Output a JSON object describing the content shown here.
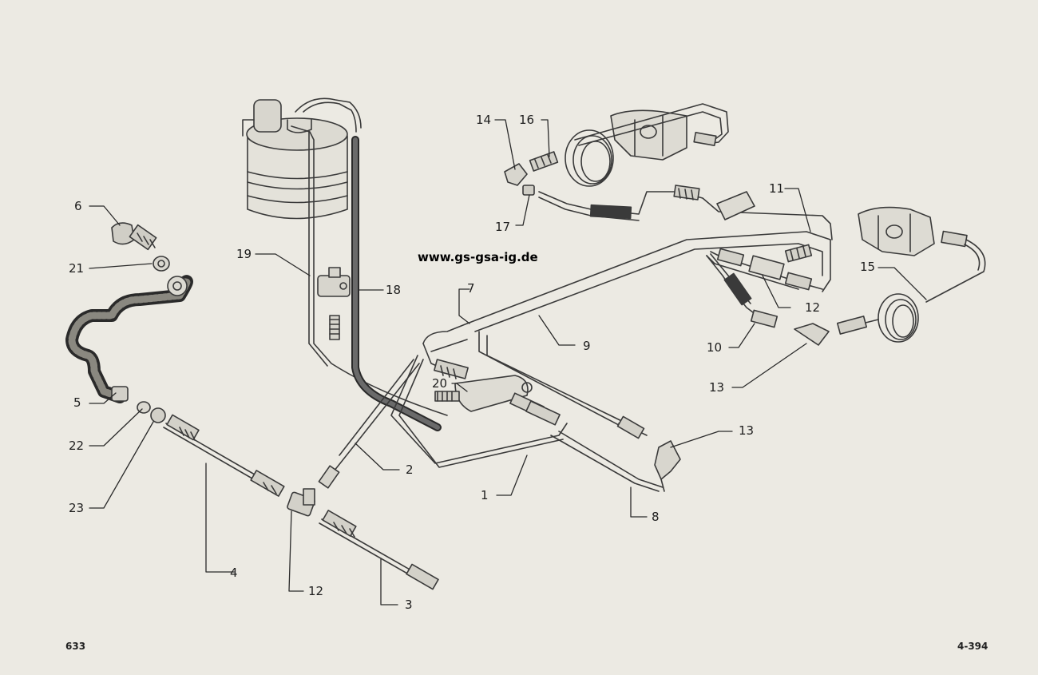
{
  "website": "www.gs-gsa-ig.de",
  "page_number": "633",
  "reference_code": "4-394",
  "callouts": {
    "c1": "1",
    "c2": "2",
    "c3": "3",
    "c4": "4",
    "c5": "5",
    "c6": "6",
    "c7": "7",
    "c8": "8",
    "c9": "9",
    "c10": "10",
    "c11": "11",
    "c12a": "12",
    "c12b": "12",
    "c13a": "13",
    "c13b": "13",
    "c14": "14",
    "c15": "15",
    "c16": "16",
    "c17": "17",
    "c18": "18",
    "c19": "19",
    "c20": "20",
    "c21": "21",
    "c22": "22",
    "c23": "23"
  }
}
